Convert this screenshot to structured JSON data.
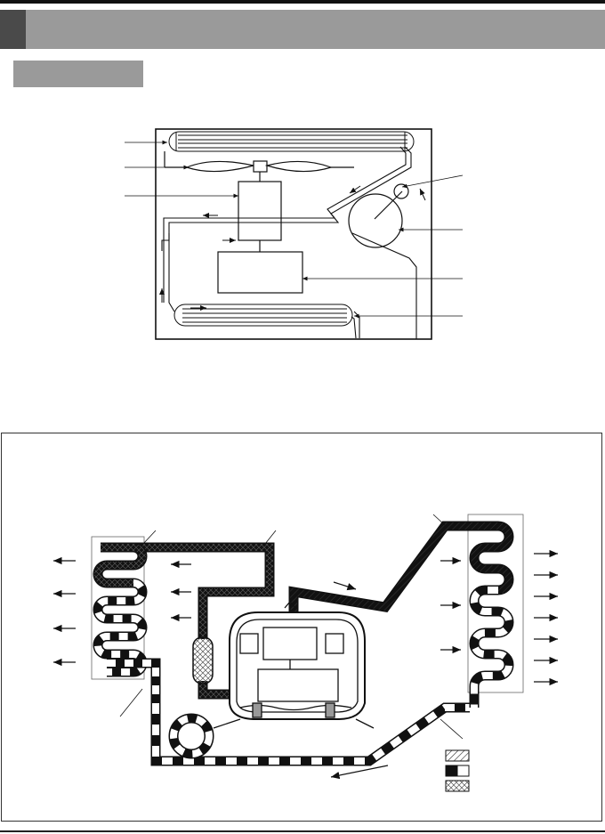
{
  "header": {
    "title": "",
    "tab_color": "#4a4a4a",
    "bar_color": "#9a9a9a"
  },
  "section": {
    "title": ""
  },
  "legend": {
    "items": [
      {
        "pattern": "hatched",
        "label": ""
      },
      {
        "pattern": "black-white",
        "label": ""
      },
      {
        "pattern": "crosshatch",
        "label": ""
      }
    ]
  }
}
